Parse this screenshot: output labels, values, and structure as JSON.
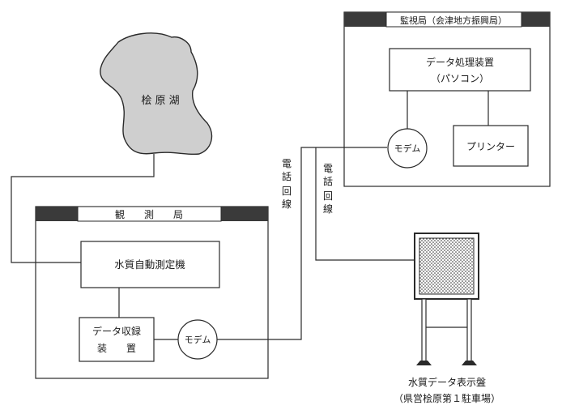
{
  "lake": {
    "name": "桧 原 湖"
  },
  "observation_station": {
    "title": "観　　測　　局",
    "analyzer": "水質自動測定機",
    "collector_line1": "データ収録",
    "collector_line2": "装　　置",
    "modem": "モデム"
  },
  "monitoring_station": {
    "title": "監視局（会津地方振興局）",
    "processor_line1": "データ処理装置",
    "processor_line2": "（パソコン）",
    "modem": "モデム",
    "printer": "プリンター"
  },
  "phone_line_label_left": [
    "電",
    "話",
    "回",
    "線"
  ],
  "phone_line_label_right": [
    "電",
    "話",
    "回",
    "線"
  ],
  "display_board": {
    "name": "水質データ表示盤",
    "location": "（県営桧原第１駐車場）"
  },
  "colors": {
    "line": "#2a2a2a",
    "lake_fill": "#cfcfcf",
    "title_bar_dark": "#3a3a3a",
    "screen_fill": "#ffffff"
  }
}
